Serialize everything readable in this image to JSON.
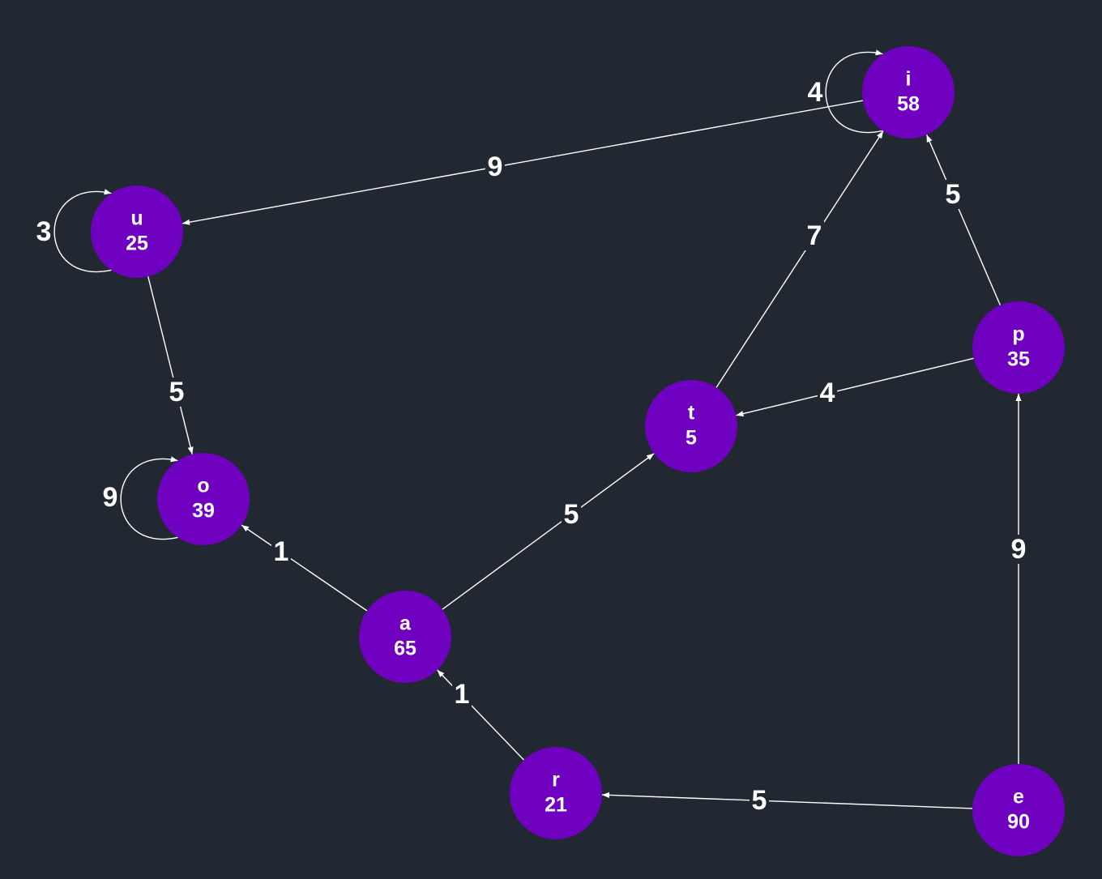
{
  "graph": {
    "background": "#222831",
    "node_color": "#7000c0",
    "edge_color": "#ffffff",
    "directed": true,
    "nodes": [
      {
        "id": "i",
        "value": "58"
      },
      {
        "id": "u",
        "value": "25"
      },
      {
        "id": "t",
        "value": "5"
      },
      {
        "id": "p",
        "value": "35"
      },
      {
        "id": "o",
        "value": "39"
      },
      {
        "id": "a",
        "value": "65"
      },
      {
        "id": "r",
        "value": "21"
      },
      {
        "id": "e",
        "value": "90"
      }
    ],
    "edges": [
      {
        "from": "i",
        "to": "i",
        "weight": "4"
      },
      {
        "from": "u",
        "to": "u",
        "weight": "3"
      },
      {
        "from": "o",
        "to": "o",
        "weight": "9"
      },
      {
        "from": "i",
        "to": "u",
        "weight": "9"
      },
      {
        "from": "u",
        "to": "o",
        "weight": "5"
      },
      {
        "from": "t",
        "to": "i",
        "weight": "7"
      },
      {
        "from": "p",
        "to": "i",
        "weight": "5"
      },
      {
        "from": "p",
        "to": "t",
        "weight": "4"
      },
      {
        "from": "a",
        "to": "t",
        "weight": "5"
      },
      {
        "from": "a",
        "to": "o",
        "weight": "1"
      },
      {
        "from": "r",
        "to": "a",
        "weight": "1"
      },
      {
        "from": "e",
        "to": "p",
        "weight": "9"
      },
      {
        "from": "e",
        "to": "r",
        "weight": "5"
      }
    ]
  }
}
